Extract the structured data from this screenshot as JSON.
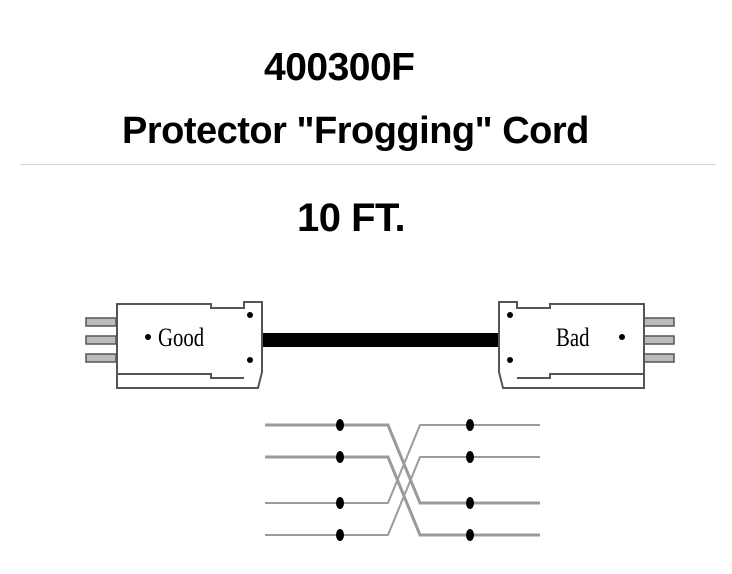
{
  "header": {
    "part_number": "400300F",
    "product_name": "Protector \"Frogging\" Cord",
    "length": "10 FT."
  },
  "diagram": {
    "left_connector_label": "Good",
    "right_connector_label": "Bad",
    "cable_color": "#000000",
    "wire_color": "#999999"
  }
}
